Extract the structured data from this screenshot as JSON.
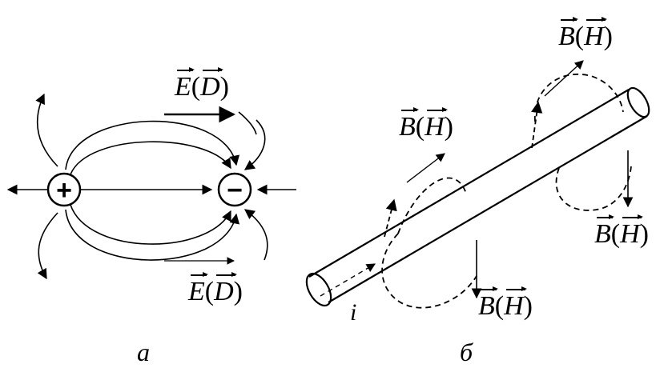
{
  "panel_a": {
    "caption": "а",
    "plus_sign": "+",
    "minus_sign": "−",
    "top_label": {
      "field": "E",
      "paren_open": "(",
      "induction": "D",
      "paren_close": ")"
    },
    "bottom_label": {
      "field": "E",
      "paren_open": "(",
      "induction": "D",
      "paren_close": ")"
    }
  },
  "panel_b": {
    "caption": "б",
    "current": "i",
    "labels": [
      {
        "field": "B",
        "paren_open": "(",
        "induction": "H",
        "paren_close": ")"
      },
      {
        "field": "B",
        "paren_open": "(",
        "induction": "H",
        "paren_close": ")"
      },
      {
        "field": "B",
        "paren_open": "(",
        "induction": "H",
        "paren_close": ")"
      },
      {
        "field": "B",
        "paren_open": "(",
        "induction": "H",
        "paren_close": ")"
      }
    ]
  },
  "colors": {
    "ink": "#000000",
    "background": "#ffffff"
  }
}
